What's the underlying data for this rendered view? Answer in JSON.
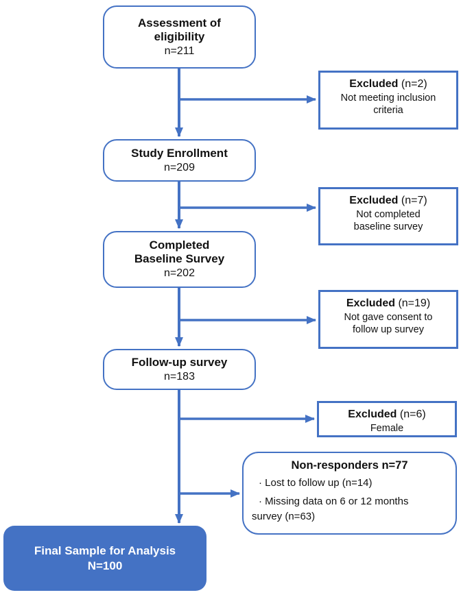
{
  "colors": {
    "accent_blue": "#4472C4",
    "box_fill": "#FFFFFF",
    "final_box_fill": "#4472C4",
    "text": "#111111",
    "final_text": "#FFFFFF"
  },
  "flow": {
    "main_boxes": [
      {
        "title": "Assessment of eligibility",
        "count": "n=211"
      },
      {
        "title": "Study Enrollment",
        "count": "n=209"
      },
      {
        "title": "Completed Baseline Survey",
        "count": "n=202"
      },
      {
        "title": "Follow-up survey",
        "count": "n=183"
      }
    ],
    "excluded_boxes": [
      {
        "label": "Excluded",
        "count": " (n=2)",
        "reason": "Not meeting inclusion criteria"
      },
      {
        "label": "Excluded",
        "count": " (n=7)",
        "reason": "Not completed baseline survey"
      },
      {
        "label": "Excluded",
        "count": " (n=19)",
        "reason": "Not gave consent to follow up survey"
      },
      {
        "label": "Excluded",
        "count": " (n=6)",
        "reason": "Female"
      }
    ],
    "non_responders": {
      "title": "Non-responders n=77",
      "bullets": [
        "· Lost to follow up (n=14)",
        "· Missing data on 6 or 12 months survey (n=63)"
      ]
    },
    "final_box": {
      "title": "Final Sample for Analysis",
      "count": "N=100"
    }
  }
}
